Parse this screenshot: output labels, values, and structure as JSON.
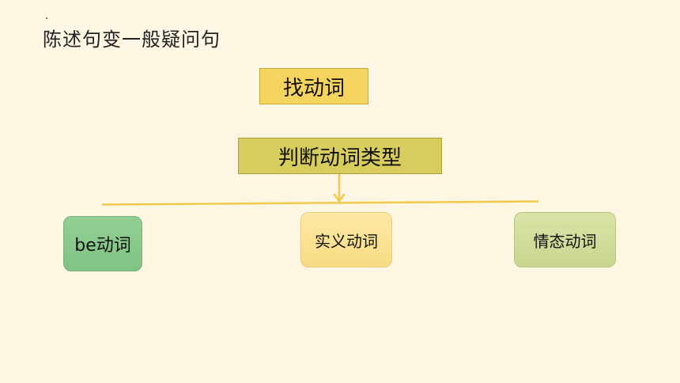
{
  "slide": {
    "title": "陈述句变一般疑问句"
  },
  "flow": {
    "step1": "找动词",
    "step2": "判断动词类型",
    "branches": [
      {
        "label": "be动词"
      },
      {
        "label": "实义动词"
      },
      {
        "label": "情态动词"
      }
    ]
  },
  "colors": {
    "background": "#fdf6e3",
    "step1_fill": "#f4d35e",
    "step2_fill": "#d8cd5c",
    "connector": "#f0c94a",
    "be_fill": "#88c98c",
    "real_fill": "#fbe39a",
    "modal_fill": "#d1dd9b"
  }
}
